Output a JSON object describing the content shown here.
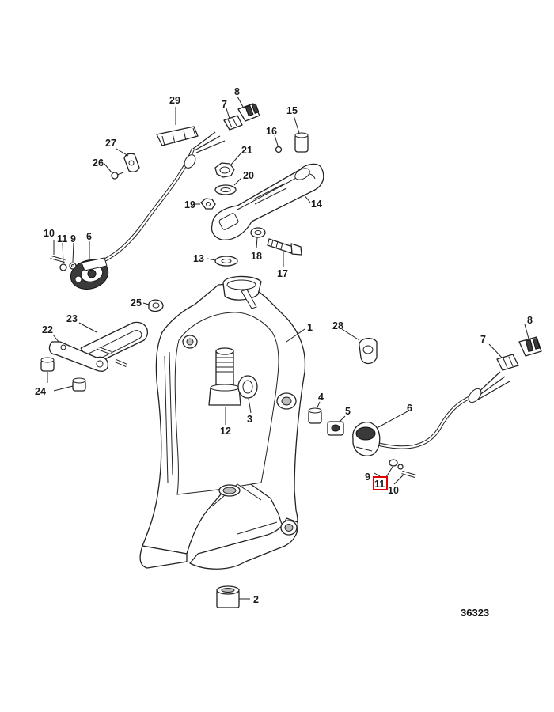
{
  "diagram": {
    "figure_number": "36323",
    "highlight_color": "#e00000",
    "highlighted_label": "11",
    "callouts": {
      "c29": "29",
      "c8_top": "8",
      "c7_top": "7",
      "c15": "15",
      "c16": "16",
      "c27": "27",
      "c26": "26",
      "c21": "21",
      "c20": "20",
      "c19": "19",
      "c14": "14",
      "c10_left": "10",
      "c11_left": "11",
      "c9_left": "9",
      "c6_left": "6",
      "c13": "13",
      "c18": "18",
      "c17": "17",
      "c25": "25",
      "c23": "23",
      "c22": "22",
      "c24": "24",
      "c1": "1",
      "c28": "28",
      "c8_right": "8",
      "c7_right": "7",
      "c4": "4",
      "c5": "5",
      "c6_right": "6",
      "c3": "3",
      "c12": "12",
      "c9_right": "9",
      "c11_right": "11",
      "c10_right": "10",
      "c2": "2"
    }
  }
}
